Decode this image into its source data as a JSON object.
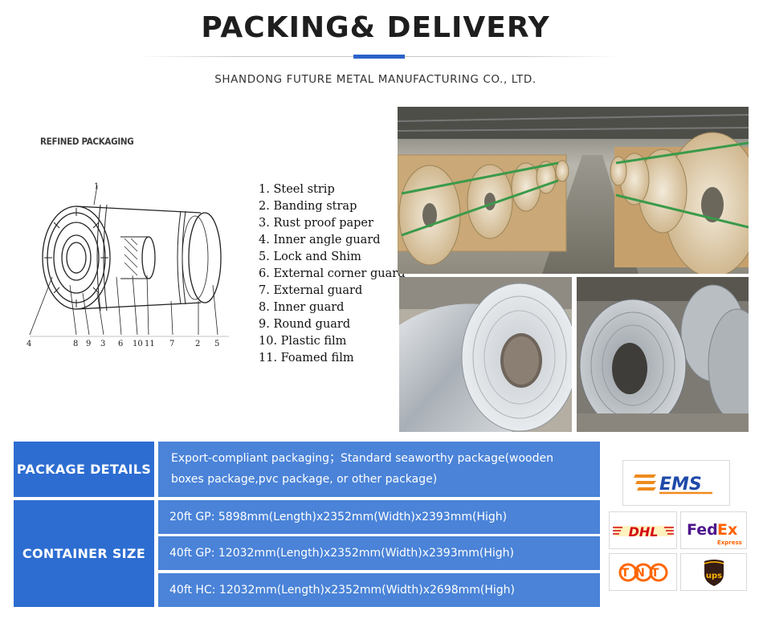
{
  "header": {
    "title": "PACKING& DELIVERY",
    "company": "SHANDONG FUTURE METAL MANUFACTURING CO., LTD."
  },
  "packaging": {
    "label": "REFINED PACKAGING",
    "diagram_numbers": [
      "1",
      "4",
      "8",
      "9",
      "3",
      "6",
      "10",
      "11",
      "7",
      "2",
      "5"
    ],
    "items": [
      "1. Steel strip",
      "2. Banding strap",
      "3. Rust proof paper",
      "4. Inner angle guard",
      "5. Lock and Shim",
      "6. External corner guard",
      "7. External guard",
      "8. Inner guard",
      "9. Round guard",
      "10. Plastic film",
      "11. Foamed film"
    ]
  },
  "table": {
    "package_label": "PACKAGE DETAILS",
    "package_value_line1": "Export-compliant packaging；Standard seaworthy package(wooden",
    "package_value_line2": "boxes package,pvc package, or other package)",
    "container_label": "CONTAINER SIZE",
    "containers": [
      "20ft GP: 5898mm(Length)x2352mm(Width)x2393mm(High)",
      "40ft GP: 12032mm(Length)x2352mm(Width)x2393mm(High)",
      "40ft HC: 12032mm(Length)x2352mm(Width)x2698mm(High)"
    ]
  },
  "couriers": {
    "ems": "EMS",
    "dhl": "DHL",
    "fedex_fed": "Fed",
    "fedex_ex": "Ex",
    "fedex_express": "Express",
    "tnt": "TNT",
    "ups": "ups"
  },
  "colors": {
    "accent": "#2a62c9",
    "label_cell": "#2d6dd1",
    "value_cell": "#4a83d8",
    "ems_orange": "#f08a1c",
    "dhl_red": "#d40511",
    "dhl_yellow": "#ffcc00",
    "fedex_purple": "#4d148c",
    "fedex_orange": "#ff6200",
    "tnt_orange": "#ff6600",
    "ups_brown": "#351c15",
    "ups_gold": "#ffb500"
  }
}
